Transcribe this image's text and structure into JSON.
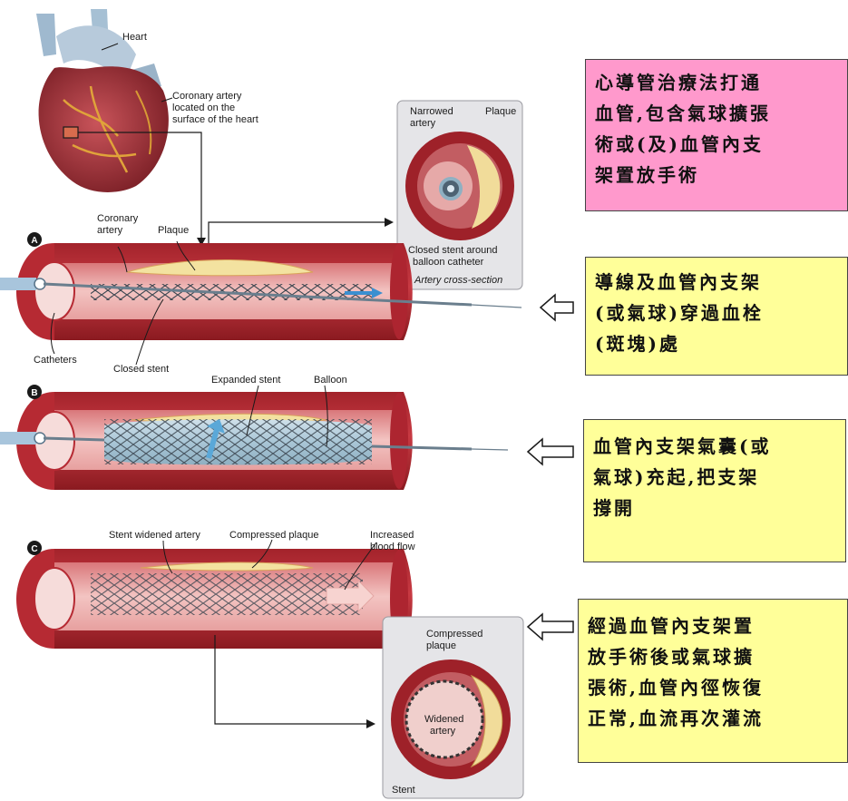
{
  "colors": {
    "artery_dark": "#8e1c22",
    "artery_mid": "#c0303a",
    "artery_light": "#e6898c",
    "plaque": "#f3e2a0",
    "note_pink": "#ff99cc",
    "note_yellow": "#ffff99"
  },
  "labels": {
    "heart": "Heart",
    "coronary_surface_1": "Coronary artery",
    "coronary_surface_2": "located on the",
    "coronary_surface_3": "surface of the heart",
    "coronary_1": "Coronary",
    "coronary_2": "artery",
    "plaque": "Plaque",
    "narrowed_1": "Narrowed",
    "narrowed_2": "artery",
    "plaque_cross": "Plaque",
    "closed_stent_around_1": "Closed stent around",
    "closed_stent_around_2": "balloon catheter",
    "artery_cross_section": "Artery cross-section",
    "catheters": "Catheters",
    "closed_stent": "Closed stent",
    "expanded_stent": "Expanded stent",
    "balloon": "Balloon",
    "stent_widened": "Stent widened artery",
    "compressed_plaque": "Compressed plaque",
    "increased_1": "Increased",
    "increased_2": "blood flow",
    "compressed_plaque2_1": "Compressed",
    "compressed_plaque2_2": "plaque",
    "widened_1": "Widened",
    "widened_2": "artery",
    "stent": "Stent"
  },
  "badges": {
    "a": "A",
    "b": "B",
    "c": "C"
  },
  "notes": {
    "intro_lines": [
      "心導管治療法打通",
      "血管,包含氣球擴張",
      "術或(及)血管內支",
      "架置放手術"
    ],
    "step_a_lines": [
      "導線及血管內支架",
      "(或氣球)穿過血栓",
      "(斑塊)處"
    ],
    "step_b_lines": [
      "血管內支架氣囊(或",
      "氣球)充起,把支架",
      "撐開"
    ],
    "step_c_lines": [
      "經過血管內支架置",
      "放手術後或氣球擴",
      "張術,血管內徑恢復",
      "正常,血流再次灌流"
    ]
  }
}
